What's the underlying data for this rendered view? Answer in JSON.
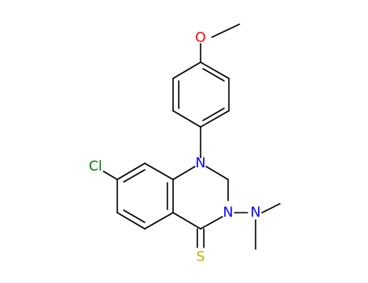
{
  "molecule": {
    "atom_labels": {
      "oxygen": "O",
      "chlorine": "Cl",
      "nitrogen_1": "N",
      "nitrogen_3": "N",
      "nitrogen_amine": "N",
      "sulfur": "S"
    },
    "colors": {
      "bond": "#000000",
      "oxygen": "#ff0000",
      "chlorine": "#008000",
      "nitrogen": "#0000ff",
      "sulfur": "#b5b500"
    }
  }
}
